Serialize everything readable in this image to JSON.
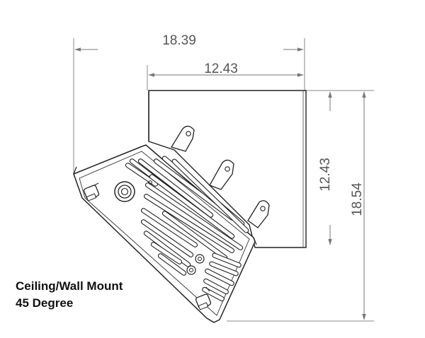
{
  "dimensions": {
    "overall_width": "18.39",
    "body_width": "12.43",
    "body_height": "12.43",
    "overall_height": "18.54"
  },
  "caption": {
    "line1": "Ceiling/Wall Mount",
    "line2": "45 Degree"
  },
  "colors": {
    "line": "#222222",
    "dimension_line": "#777777",
    "text": "#111111"
  }
}
